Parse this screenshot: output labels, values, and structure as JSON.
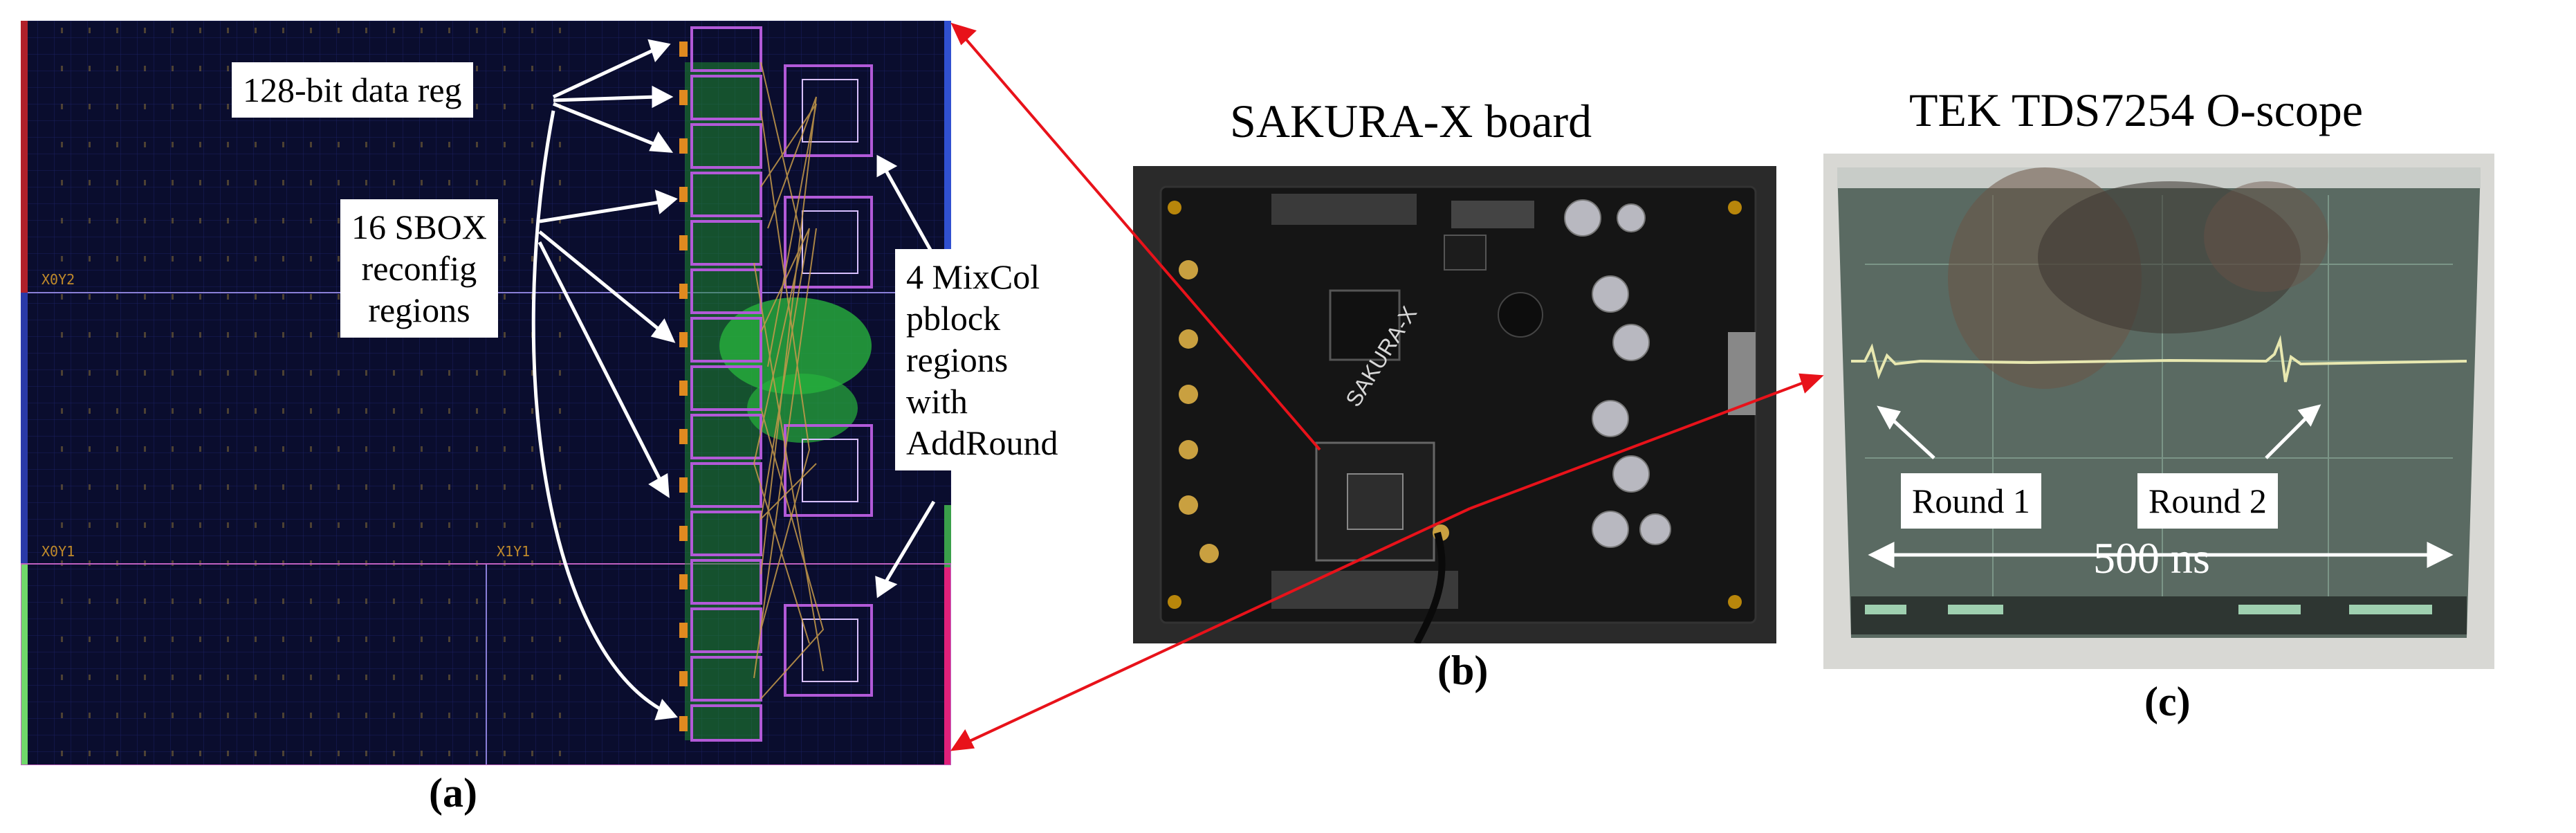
{
  "panel_a": {
    "caption": "(a)",
    "regions": [
      "X0Y2",
      "X0Y1",
      "X1Y1"
    ],
    "callouts": {
      "data_reg": "128-bit data reg",
      "sbox_line1": "16 SBOX",
      "sbox_line2": "reconfig",
      "sbox_line3": "regions",
      "mixcol_line1": "4 MixCol",
      "mixcol_line2": "pblock",
      "mixcol_line3": "regions",
      "mixcol_line4": "with",
      "mixcol_line5": "AddRound"
    }
  },
  "panel_b": {
    "title": "SAKURA-X board",
    "caption": "(b)",
    "board_silkscreen": "SAKURA-X"
  },
  "panel_c": {
    "title": "TEK TDS7254 O-scope",
    "caption": "(c)",
    "round1": "Round 1",
    "round2": "Round 2",
    "time_span": "500 ns"
  },
  "colors": {
    "arrow_red": "#e8121a",
    "fpga_bg": "#0a0d2e",
    "sbox_border": "#b25ad8",
    "logic_green": "#35c84a"
  }
}
